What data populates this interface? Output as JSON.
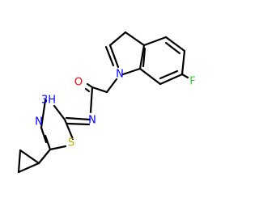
{
  "structure": {
    "atoms": {
      "oxygen": {
        "text": "O",
        "color": "#ff0000"
      },
      "indole_nitrogen": {
        "text": "N",
        "color": "#0000ff"
      },
      "fluorine": {
        "text": "F",
        "color": "#33cc33"
      },
      "imine_nitrogen": {
        "text": "N",
        "color": "#0000ff"
      },
      "ring_nh": {
        "text": "3H",
        "color": "#0000ff"
      },
      "thiadiazole_nitrogen": {
        "text": "N",
        "color": "#0000ff"
      },
      "sulfur": {
        "text": "S",
        "color": "#b3b300"
      }
    }
  }
}
